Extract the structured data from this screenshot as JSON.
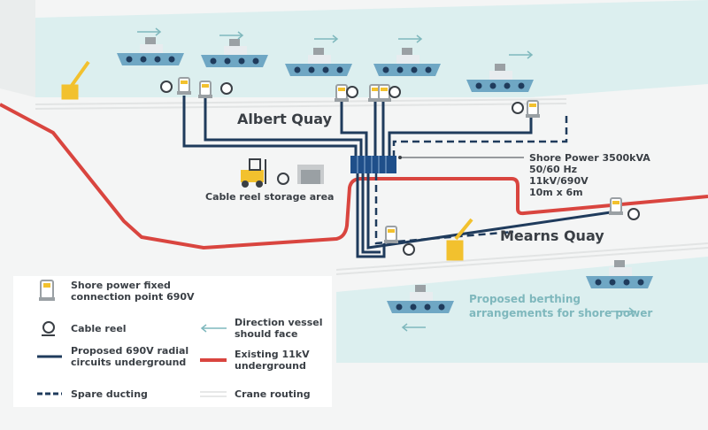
{
  "labels": {
    "albert_quay": "Albert Quay",
    "mearns_quay": "Mearns Quay",
    "cable_storage": "Cable reel storage area",
    "substation": [
      "Shore Power 3500kVA",
      "50/60 Hz",
      "11kV/690V",
      "10m x 6m"
    ],
    "berthing": [
      "Proposed berthing",
      "arrangements for shore power"
    ]
  },
  "legend": {
    "connection_point": [
      "Shore power fixed",
      "connection point 690V"
    ],
    "cable_reel": "Cable reel",
    "direction": [
      "Direction vessel",
      "should face"
    ],
    "radial": [
      "Proposed 690V radial",
      "circuits underground"
    ],
    "existing": [
      "Existing 11kV",
      "underground"
    ],
    "spare": "Spare ducting",
    "crane": "Crane routing"
  },
  "colors": {
    "water": "#dcefef",
    "land": "#f1f2f2",
    "cable_690v": "#1f3b5c",
    "cable_11kv": "#d9453f",
    "crane": "#f2c12e",
    "teal_text": "#7fb8bd"
  }
}
